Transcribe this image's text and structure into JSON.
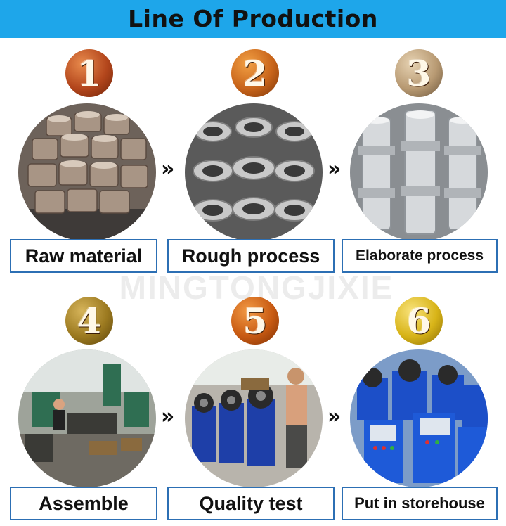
{
  "header": {
    "title": "Line Of Production"
  },
  "watermark": {
    "text": "MINGTONGJIXIE"
  },
  "arrow_glyph": "»",
  "steps": [
    {
      "number": "1",
      "label": "Raw material",
      "badge_color": "#b3461c"
    },
    {
      "number": "2",
      "label": "Rough process",
      "badge_color": "#c8641a"
    },
    {
      "number": "3",
      "label": "Elaborate process",
      "badge_color": "#b89a73"
    },
    {
      "number": "4",
      "label": "Assemble",
      "badge_color": "#9c7a20"
    },
    {
      "number": "5",
      "label": "Quality test",
      "badge_color": "#c85a12"
    },
    {
      "number": "6",
      "label": "Put in storehouse",
      "badge_color": "#d8b418"
    }
  ],
  "colors": {
    "header_bg": "#1ea6ea",
    "label_border": "#2c6fb4"
  }
}
